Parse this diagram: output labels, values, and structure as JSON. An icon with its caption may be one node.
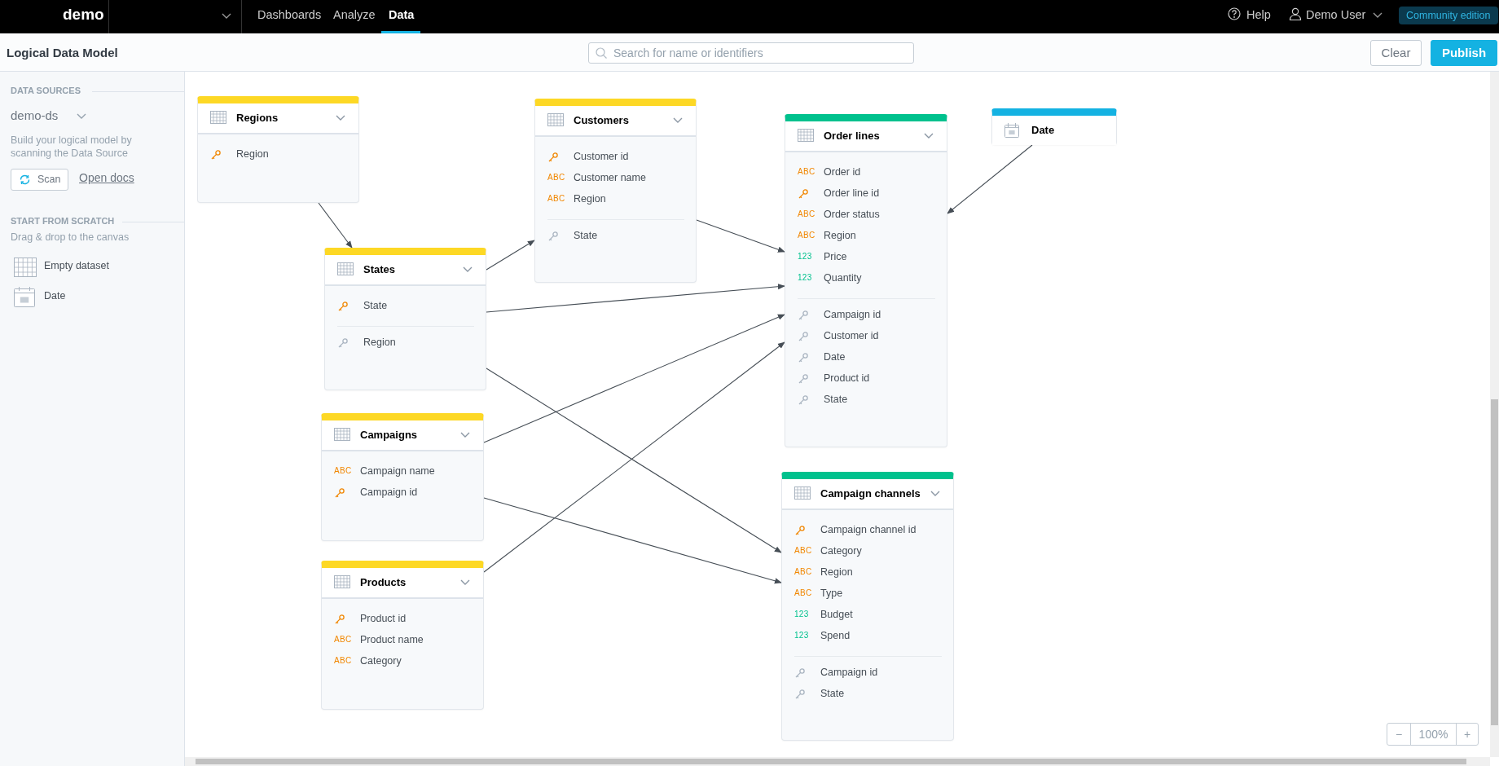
{
  "diagram": {
    "title": "Logical Data Model",
    "nodes": [
      {
        "text": [
          "Regions",
          "Region"
        ]
      },
      {
        "text": [
          "Customers",
          "Customer id",
          "ABC",
          "Customer name",
          "ABC",
          "Region",
          "State"
        ]
      },
      {
        "text": [
          "Order lines",
          "ABC",
          "Order id",
          "Order line id",
          "ABC",
          "Order status",
          "ABC",
          "Region",
          "123",
          "Price",
          "123",
          "Quantity",
          "Campaign id",
          "Customer id",
          "Date",
          "Product id",
          "State"
        ]
      },
      {
        "text": [
          "Date"
        ]
      },
      {
        "text": [
          "States",
          "State",
          "Region"
        ]
      },
      {
        "text": [
          "Campaigns",
          "ABC",
          "Campaign name",
          "Campaign id"
        ]
      },
      {
        "text": [
          "Products",
          "Product id",
          "ABC",
          "Product name",
          "ABC",
          "Category"
        ]
      },
      {
        "text": [
          "Campaign channels",
          "Campaign channel id",
          "ABC",
          "Category",
          "ABC",
          "Region",
          "ABC",
          "Type",
          "123",
          "Budget",
          "123",
          "Spend",
          "Campaign id",
          "State"
        ]
      }
    ],
    "edges": [
      {
        "from": 0,
        "to": 4,
        "arrow": "to"
      },
      {
        "from": 4,
        "to": 1,
        "arrow": "to"
      },
      {
        "from": 1,
        "to": 2,
        "arrow": "to"
      },
      {
        "from": 4,
        "to": 2,
        "arrow": "to"
      },
      {
        "from": 4,
        "to": 7,
        "arrow": "to"
      },
      {
        "from": 5,
        "to": 2,
        "arrow": "to"
      },
      {
        "from": 5,
        "to": 7,
        "arrow": "to"
      },
      {
        "from": 6,
        "to": 2,
        "arrow": "to"
      },
      {
        "from": 3,
        "to": 2,
        "arrow": "to"
      }
    ],
    "labels": [
      "demo",
      "Dashboards",
      "Analyze",
      "Data",
      "Help",
      "Demo User",
      "Community edition",
      "Search for name or identifiers",
      "Clear",
      "Publish",
      "DATA SOURCES",
      "demo-ds",
      "Build your logical model by scanning the Data Source",
      "Scan",
      "Open docs",
      "START FROM SCRATCH",
      "Drag & drop to the canvas",
      "Empty dataset",
      "Date",
      "−",
      "100%",
      "+"
    ]
  }
}
